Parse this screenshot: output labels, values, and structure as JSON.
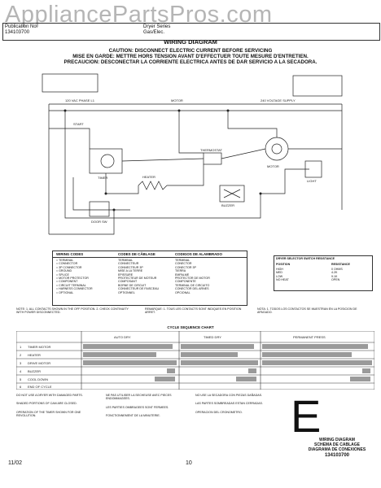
{
  "watermark": "AppliancePartsPros.com",
  "header": {
    "left_line1": "Publication No.",
    "left_line2": "134103700",
    "mid_line1": "Dryer Series",
    "mid_line2": "Gas/Elec."
  },
  "titles": {
    "main": "WIRING DIAGRAM",
    "caution_en": "CAUTION: DISCONNECT ELECTRIC CURRENT BEFORE SERVICING",
    "caution_fr": "MISE EN GARDE: METTRE HORS TENSION AVANT D'EFFECTUER TOUTE MESURE D'ENTRETIEN.",
    "caution_es": "PRECAUCION: DESCONECTAR LA CORRIENTE ELECTRICA ANTES DE DAR SERVICIO A LA SECADORA."
  },
  "diagram_labels": {
    "rail_left": "120 VAC PHASE L1",
    "rail_mid": "MOTOR",
    "rail_right": "240 VOLTAGE SUPPLY",
    "motor": "MOTOR",
    "timer": "TIMER",
    "heater": "HEATER",
    "thermostat": "THERMOSTAT",
    "door_switch": "DOOR SW",
    "buzzer": "BUZZER",
    "light": "LIGHT",
    "start": "START"
  },
  "wiring_codes": {
    "headers": [
      "WIRING CODES",
      "CODES DE CÂBLAGE",
      "CODIGOS DE ALAMBRADO"
    ],
    "rows": [
      [
        "= TERMINAL",
        "TERMINAL",
        "TERMINAL"
      ],
      [
        "= CONNECTOR",
        "CONNECTEUR",
        "CONECTOR"
      ],
      [
        "= 3P CONNECTOR",
        "CONNECTEUR 3P",
        "CONECTOR 3P"
      ],
      [
        "= GROUND",
        "MISE A LA TERRE",
        "TIERRA"
      ],
      [
        "= SPLICE",
        "EPISSURE",
        "EMPALME"
      ],
      [
        "= MOTOR PROTECTOR",
        "PROTECTEUR DE MOTEUR",
        "PROTECTOR DE MOTOR"
      ],
      [
        "= COMPONENT",
        "COMPOSANT",
        "COMPONENTE"
      ],
      [
        "= CIRCUIT TERMINAL",
        "BORNE DE CIRCUIT",
        "TERMINAL DE CIRCUITO"
      ],
      [
        "= HARNESS CONNECTOR",
        "CONNECTEUR DE FAISCEAU",
        "CONECTOR DEL ARNES"
      ],
      [
        "= OPTIONAL",
        "OPTIONNEL",
        "OPCIONAL"
      ]
    ]
  },
  "resistance_table": {
    "title": "DRYER SELECTOR SWITCH RESISTANCE",
    "headers": [
      "POSITION",
      "RESISTANCE"
    ],
    "rows": [
      [
        "HIGH",
        "0 OHMS"
      ],
      [
        "MED",
        "4.2K"
      ],
      [
        "LOW",
        "9.1K"
      ],
      [
        "NO HEAT",
        "OPEN"
      ]
    ]
  },
  "notes": {
    "left": "NOTE: 1. ALL CONTACTS SHOWN IN THE OFF POSITION. 2. CHECK CONTINUITY WITH POWER DISCONNECTED.",
    "mid": "REMARQUE: 1. TOUS LES CONTACTS SONT INDIQUES EN POSITION ARRET.",
    "right": "NOTA: 1. TODOS LOS CONTACTOS SE MUESTRAN EN LA POSICION DE APAGADO."
  },
  "cycle_chart": {
    "title": "CYCLE SEQUENCE CHART",
    "cycles": [
      "AUTO DRY",
      "TIMED DRY",
      "PERMANENT PRESS"
    ],
    "rows": [
      [
        "1",
        "TIMER MOTOR"
      ],
      [
        "2",
        "HEATER"
      ],
      [
        "3",
        "DRIVE MOTOR"
      ],
      [
        "4",
        "BUZZER"
      ],
      [
        "5",
        "COOL DOWN"
      ],
      [
        "6",
        "END OF CYCLE"
      ]
    ]
  },
  "bottom_notes": {
    "col1": [
      "DO NOT USE A DRYER WITH DAMAGED PARTS.",
      "SHADED PORTIONS OF CAM ARE CLOSED.",
      "OPERATION OF THE TIMER SHOWN FOR ONE REVOLUTION."
    ],
    "col2": [
      "NE PAS UTILISER LA SECHEUSE AVEC PIECES ENDOMMAGEES.",
      "LES PARTIES OMBRAGEES SONT FERMEES.",
      "FONCTIONNEMENT DE LA MINUTERIE."
    ],
    "col3": [
      "NO USE LA SECADORA CON PIEZAS DAÑADAS.",
      "LAS PARTES SOMBREADAS ESTAN CERRADAS.",
      "OPERACION DEL CRONOMETRO."
    ]
  },
  "footer": {
    "date": "11/02",
    "page": "10",
    "big_letter": "E",
    "title_en": "WIRING DIAGRAM",
    "title_fr": "SCHEMA DE CABLAGE",
    "title_es": "DIAGRAMA DE CONEXIONES",
    "part_no": "134103700"
  }
}
